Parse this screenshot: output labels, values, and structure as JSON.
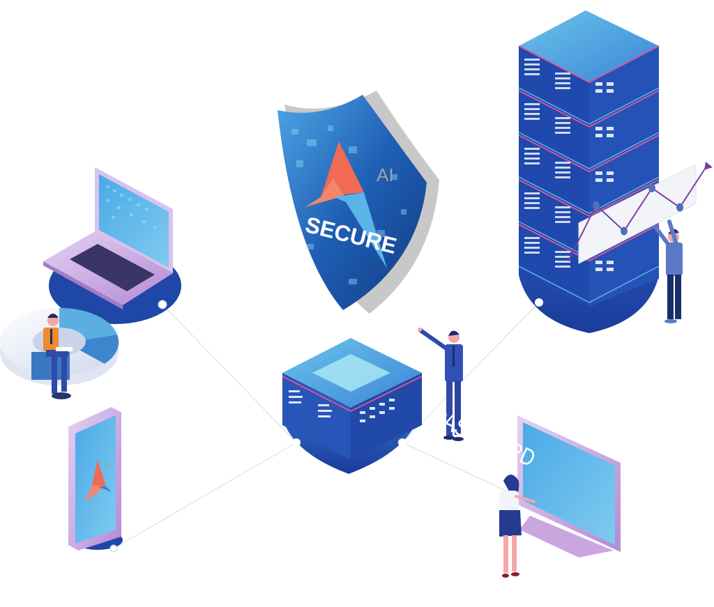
{
  "scene": {
    "title": "AI Secure network illustration",
    "colors": {
      "accent_blue": "#2f5fc4",
      "deep_blue": "#1c3f9e",
      "light_blue": "#5ab4e8",
      "pink_line": "#d8559a",
      "purple_device": "#c9a6e0",
      "logo_coral": "#f06a55",
      "logo_peach": "#f2876c",
      "logo_sky": "#6cc3ea",
      "connector": "#d7dbe6"
    }
  },
  "shield": {
    "brand_mark": "AI",
    "caption": "SECURE"
  },
  "phone": {
    "brand_mark": "AI"
  },
  "monitor": {
    "screen_text": "PASSWORD"
  },
  "server_tower": {
    "unit_count": 5
  },
  "trend_chart": {
    "points": [
      0.1,
      0.62,
      0.38,
      0.78,
      0.6,
      1.0
    ],
    "arrow": "up-right"
  },
  "hub": {
    "name": "central-server"
  },
  "people": [
    {
      "role": "analyst-with-laptop",
      "shirt": "#f08a2e"
    },
    {
      "role": "presenter-pointing",
      "suit": "#2f4aa8"
    },
    {
      "role": "chart-holder",
      "jacket": "#5b79c6"
    },
    {
      "role": "woman-at-monitor",
      "skirt": "#263a8f"
    }
  ]
}
